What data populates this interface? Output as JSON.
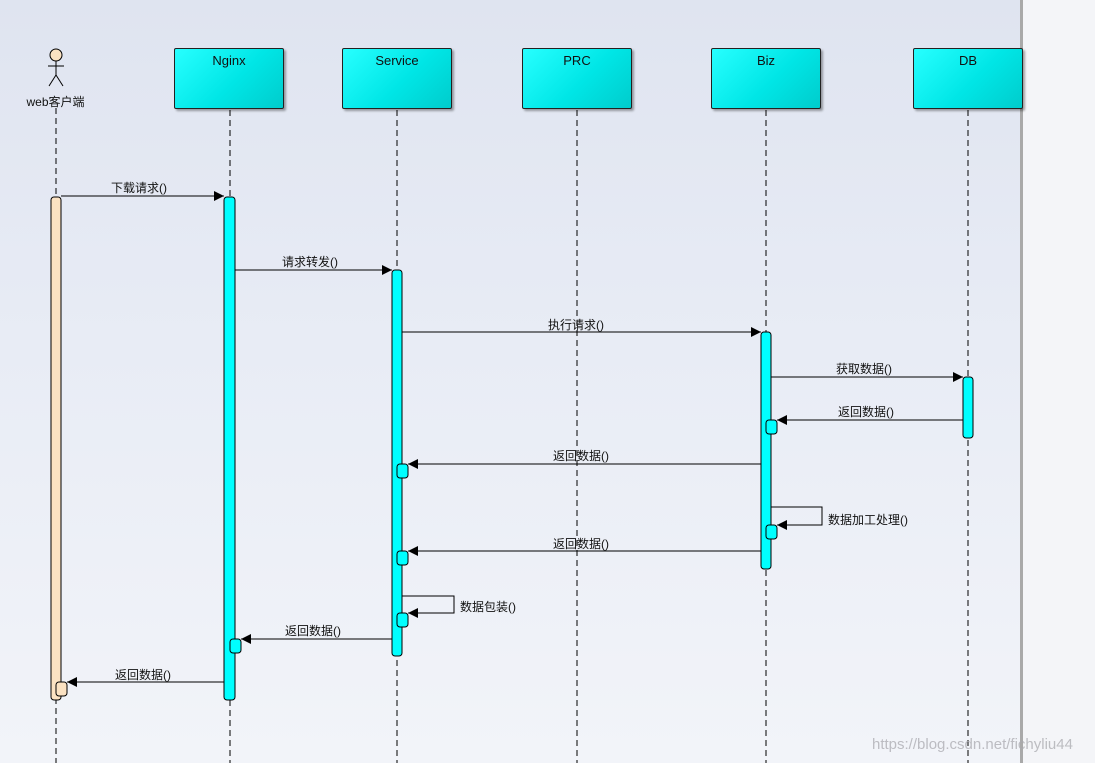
{
  "participants": {
    "actor": "web客户端",
    "nginx": "Nginx",
    "service": "Service",
    "prc": "PRC",
    "biz": "Biz",
    "db": "DB"
  },
  "messages": [
    {
      "from": "web客户端",
      "to": "Nginx",
      "label": "下载请求()"
    },
    {
      "from": "Nginx",
      "to": "Service",
      "label": "请求转发()"
    },
    {
      "from": "Service",
      "to": "Biz",
      "label": "执行请求()"
    },
    {
      "from": "Biz",
      "to": "DB",
      "label": "获取数据()"
    },
    {
      "from": "DB",
      "to": "Biz",
      "label": "返回数据()"
    },
    {
      "from": "Biz",
      "to": "Service",
      "label": "返回数据()"
    },
    {
      "from": "Biz",
      "to": "Biz",
      "label": "数据加工处理()"
    },
    {
      "from": "Biz",
      "to": "Service",
      "label": "返回数据()"
    },
    {
      "from": "Service",
      "to": "Service",
      "label": "数据包装()"
    },
    {
      "from": "Service",
      "to": "Nginx",
      "label": "返回数据()"
    },
    {
      "from": "Nginx",
      "to": "web客户端",
      "label": "返回数据()"
    }
  ],
  "colors": {
    "lifeline_box": "#00ffff",
    "activation": "#00ffff",
    "actor_activation": "#fbe2c2"
  },
  "watermark": "https://blog.csdn.net/fichyliu44"
}
